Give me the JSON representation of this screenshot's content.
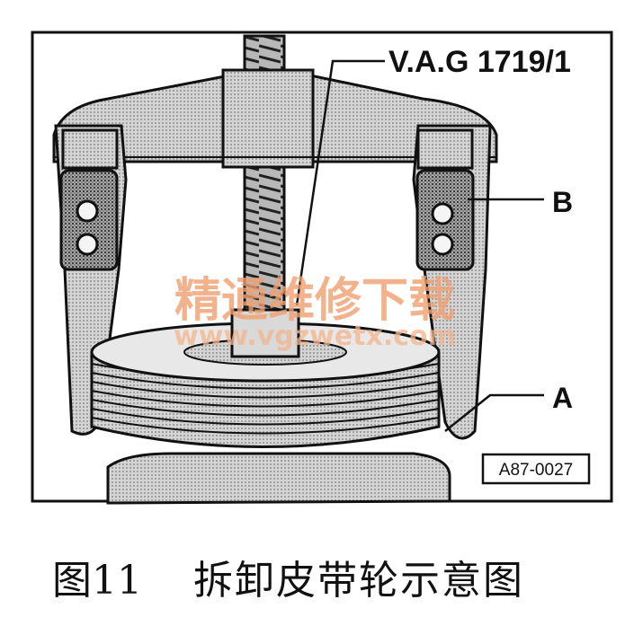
{
  "figure": {
    "callouts": {
      "tool": "V.A.G 1719/1",
      "b": "B",
      "a": "A"
    },
    "code": "A87-0027"
  },
  "watermark": {
    "line1": "精通维修下载",
    "line2": "www.vgzwetx.com"
  },
  "caption": {
    "number": "图11",
    "title": "拆卸皮带轮示意图"
  }
}
